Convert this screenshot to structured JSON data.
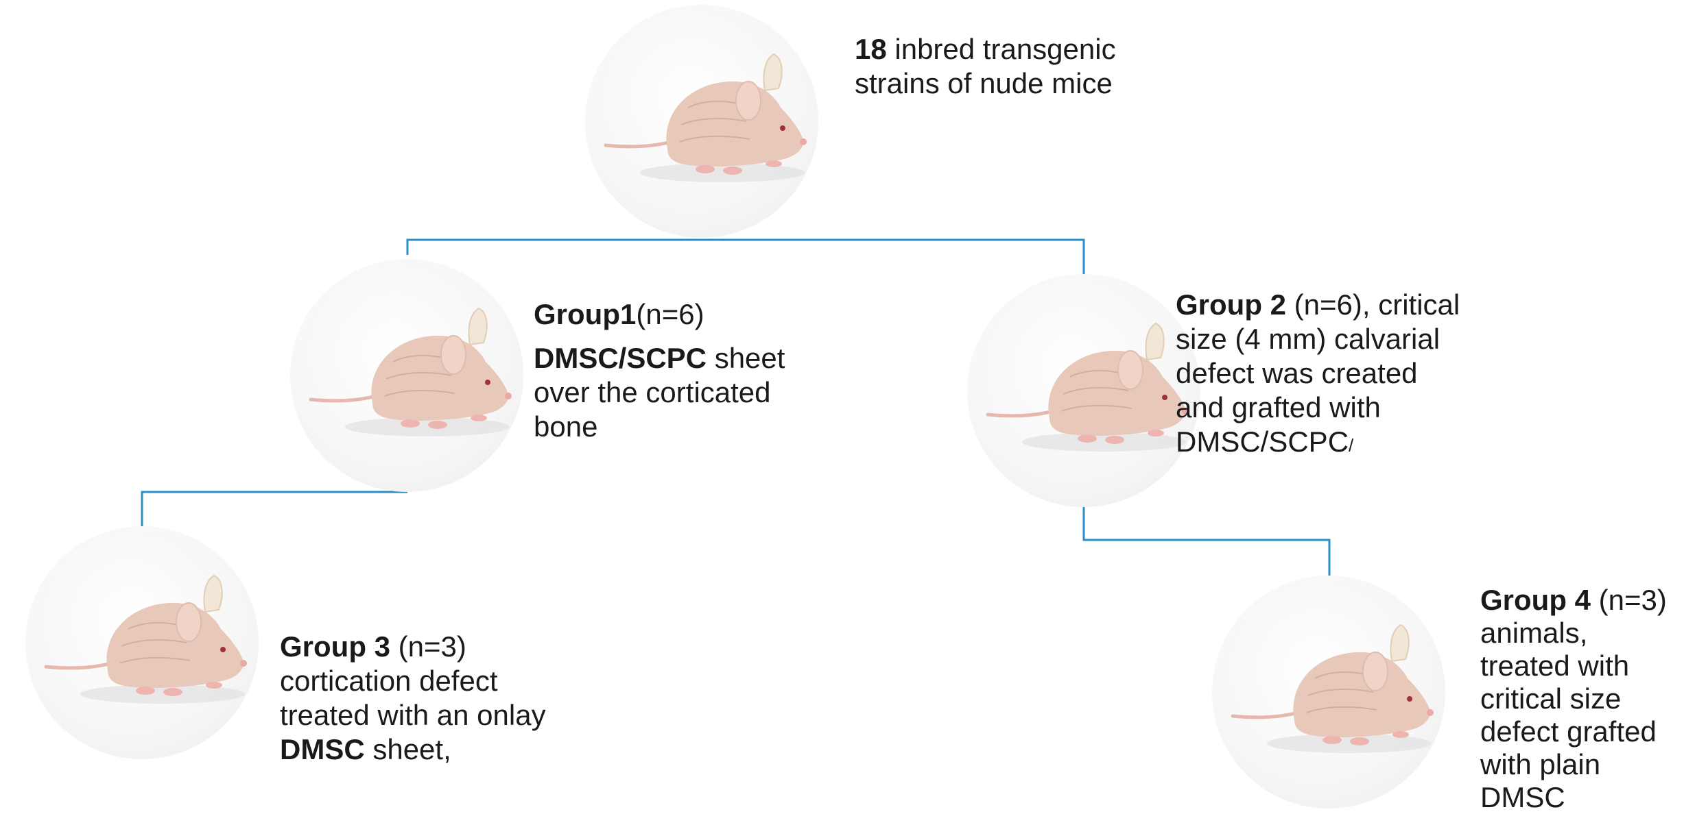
{
  "colors": {
    "connector": "#2b8fc4",
    "mouse_body": "#e8c8b8",
    "mouse_ear": "#f1d4c8"
  },
  "icons": {
    "mouse": "nude-mouse-photo"
  },
  "root": {
    "count": "18",
    "text_line1": " inbred transgenic",
    "text_line2": "strains of nude mice"
  },
  "group1": {
    "title": "Group1",
    "n": "(n=6)",
    "bold_line": "DMSC/SCPC",
    "line1_rest": " sheet",
    "line2": "over the corticated",
    "line3": "bone"
  },
  "group2": {
    "title": "Group 2",
    "line1_rest": " (n=6), critical",
    "line2": "size (4 mm) calvarial",
    "line3": "defect was created",
    "line4": "and grafted with",
    "line5": "DMSC/SCPC",
    "line5_suffix": "/"
  },
  "group3": {
    "title": "Group 3",
    "n": " (n=3)",
    "line2": "cortication defect",
    "line3": "treated with an onlay",
    "bold_line": "DMSC",
    "line4_rest": " sheet,"
  },
  "group4": {
    "title": "Group 4",
    "n": " (n=3)",
    "line2": "animals,",
    "line3": "treated with",
    "line4": "critical size",
    "line5": "defect grafted",
    "line6": "with plain",
    "line7": "DMSC"
  }
}
